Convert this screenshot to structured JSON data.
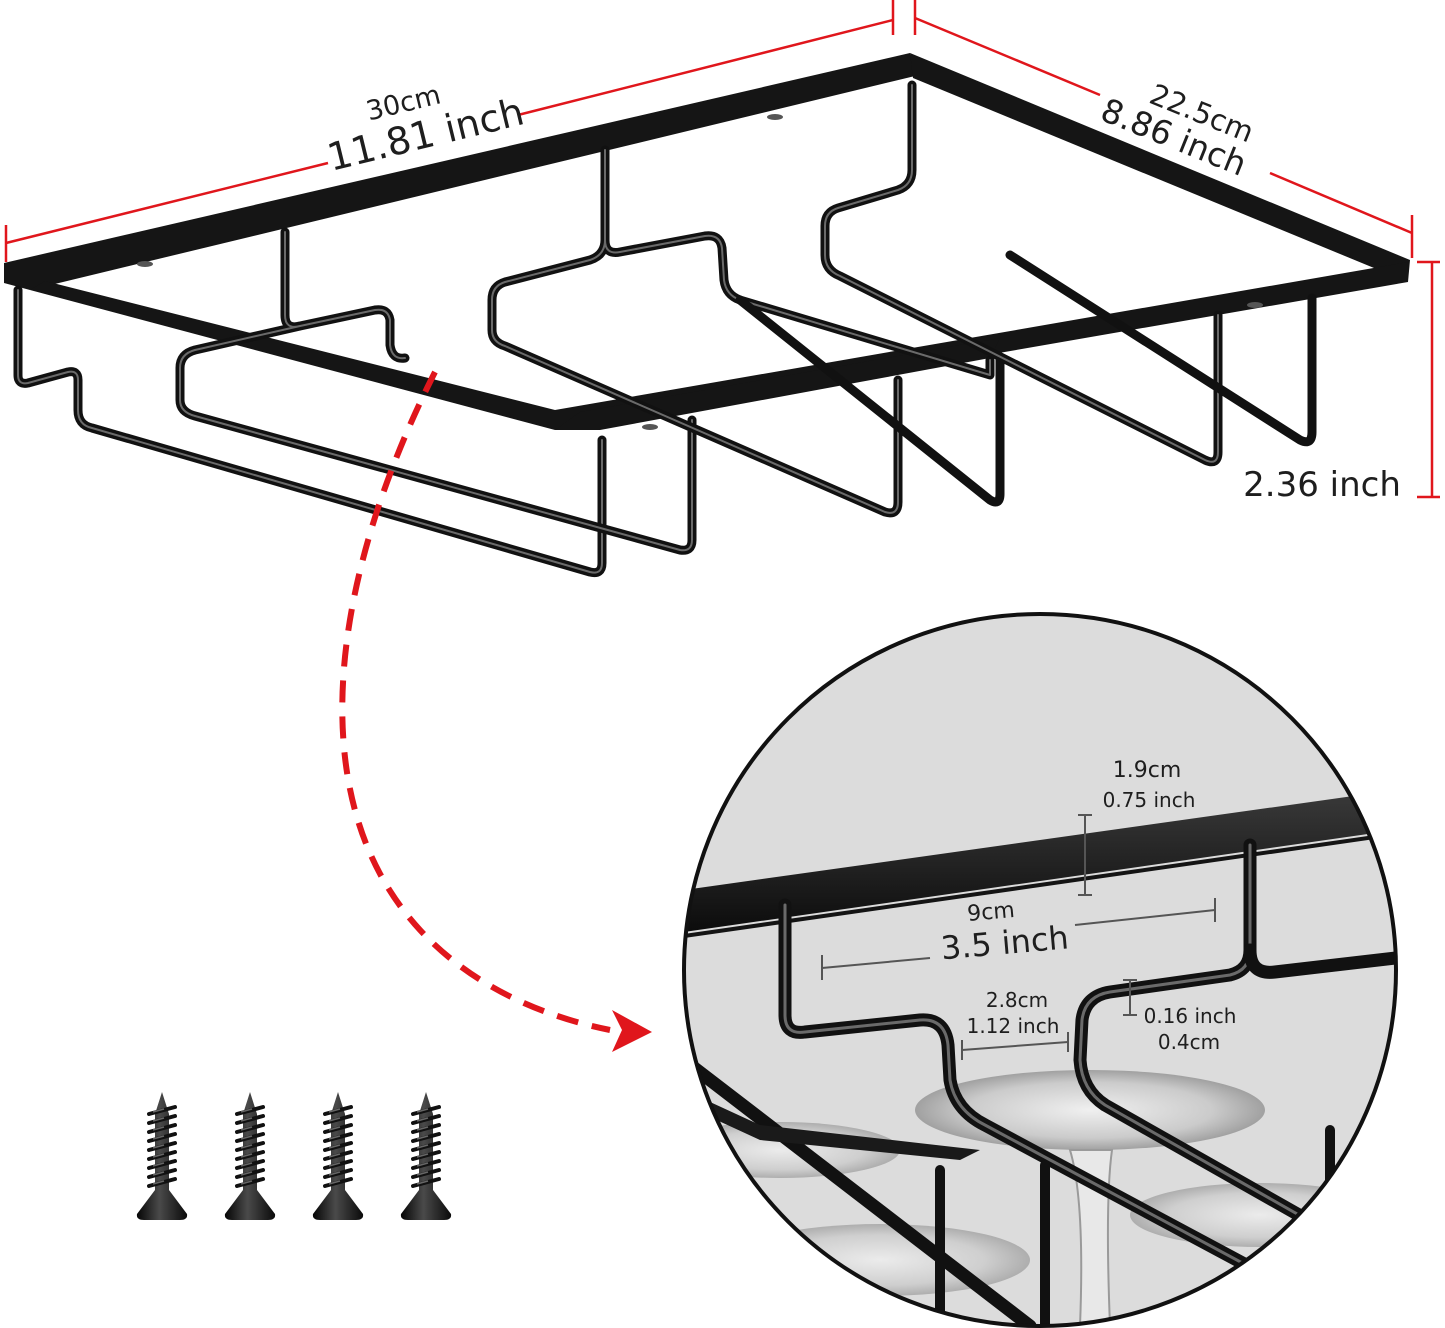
{
  "colors": {
    "dimension_red": "#e0161c",
    "metal_black": "#151515",
    "zoom_background": "#d8d8d8",
    "label_text": "#1e1e1e"
  },
  "main_rack": {
    "length": {
      "cm": "30cm",
      "inch": "11.81 inch"
    },
    "width": {
      "cm": "22.5cm",
      "inch": "8.86 inch"
    },
    "height": {
      "inch": "2.36 inch"
    }
  },
  "zoom_detail": {
    "bar_width": {
      "cm": "1.9cm",
      "inch": "0.75 inch"
    },
    "slot_spacing": {
      "cm": "9cm",
      "inch": "3.5 inch"
    },
    "slot_opening": {
      "cm": "2.8cm",
      "inch": "1.12 inch"
    },
    "wire_thickness": {
      "inch": "0.16 inch",
      "cm": "0.4cm"
    }
  },
  "screws": {
    "count": 4,
    "icon": "screw-icon"
  },
  "pointer": {
    "icon": "dashed-arrow-icon"
  }
}
